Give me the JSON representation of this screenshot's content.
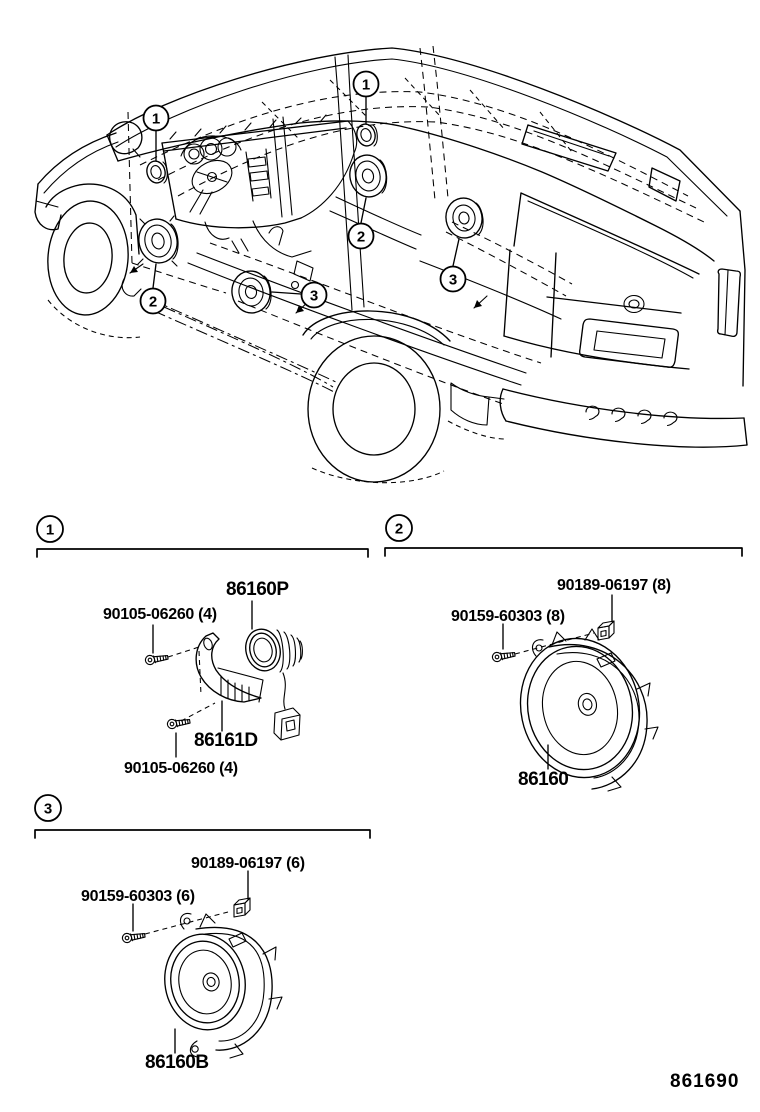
{
  "figure": {
    "code": "861690"
  },
  "vehicle": {
    "callouts": [
      "1",
      "1",
      "2",
      "2",
      "3",
      "3"
    ]
  },
  "sections": [
    {
      "ref": "1",
      "parts": [
        {
          "pn": "86160P"
        },
        {
          "pn": "90105-06260 (4)"
        },
        {
          "pn": "86161D"
        },
        {
          "pn": "90105-06260 (4)"
        }
      ]
    },
    {
      "ref": "2",
      "parts": [
        {
          "pn": "90189-06197 (8)"
        },
        {
          "pn": "90159-60303 (8)"
        },
        {
          "pn": "86160"
        }
      ]
    },
    {
      "ref": "3",
      "parts": [
        {
          "pn": "90189-06197 (6)"
        },
        {
          "pn": "90159-60303 (6)"
        },
        {
          "pn": "86160B"
        }
      ]
    }
  ]
}
